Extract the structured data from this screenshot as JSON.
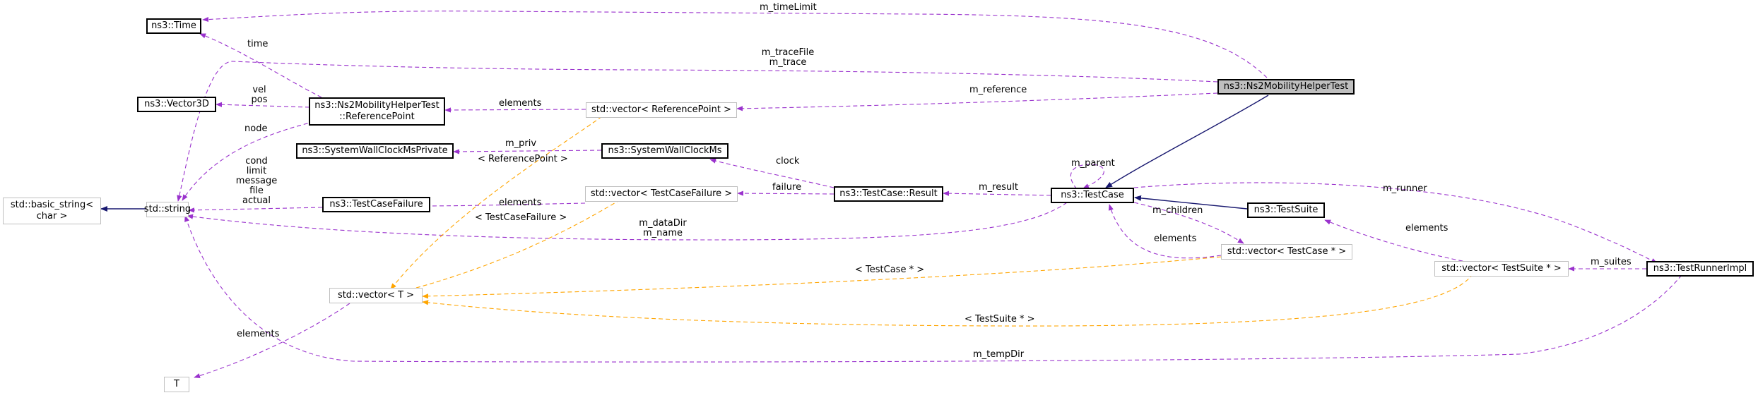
{
  "nodes": {
    "time": "ns3::Time",
    "vector3d": "ns3::Vector3D",
    "refpoint_l1": "ns3::Ns2MobilityHelperTest",
    "refpoint_l2": "::ReferencePoint",
    "vec_refpoint": "std::vector< ReferencePoint >",
    "swcms_private": "ns3::SystemWallClockMsPrivate",
    "swcms": "ns3::SystemWallClockMs",
    "basic_string_l1": "std::basic_string<",
    "basic_string_l2": "char >",
    "string": "std::string",
    "tcfailure": "ns3::TestCaseFailure",
    "vec_tcfailure": "std::vector< TestCaseFailure >",
    "tcresult": "ns3::TestCase::Result",
    "testcase": "ns3::TestCase",
    "ns2helpertest": "ns3::Ns2MobilityHelperTest",
    "testsuite": "ns3::TestSuite",
    "vec_testcase": "std::vector< TestCase * >",
    "vec_testsuite": "std::vector< TestSuite * >",
    "testrunner": "ns3::TestRunnerImpl",
    "vec_t": "std::vector< T >",
    "t": "T"
  },
  "labels": {
    "m_timeLimit": "m_timeLimit",
    "m_traceFile": "m_traceFile",
    "m_trace": "m_trace",
    "time": "time",
    "vel": "vel",
    "pos": "pos",
    "elements_ref": "elements",
    "m_reference": "m_reference",
    "node": "node",
    "m_priv": "m_priv",
    "tpl_referencepoint": "< ReferencePoint >",
    "clock": "clock",
    "cond": "cond",
    "limit": "limit",
    "message": "message",
    "file": "file",
    "actual": "actual",
    "m_parent": "m_parent",
    "elements_fail": "elements",
    "failure": "failure",
    "m_result": "m_result",
    "m_runner": "m_runner",
    "tpl_testcasefailure": "< TestCaseFailure >",
    "m_dataDir": "m_dataDir",
    "m_name": "m_name",
    "m_children": "m_children",
    "elements_tc": "elements",
    "elements_ts": "elements",
    "tpl_testcase": "< TestCase * >",
    "m_suites": "m_suites",
    "tpl_testsuite": "< TestSuite * >",
    "elements_t": "elements",
    "m_tempDir": "m_tempDir"
  },
  "colors": {
    "usage_edge": "#9a32cd",
    "template_edge": "#ffa500",
    "inheritance_edge": "#191970",
    "highlight_fill": "#bfbfbf",
    "faded_border": "#bfbfbf"
  }
}
